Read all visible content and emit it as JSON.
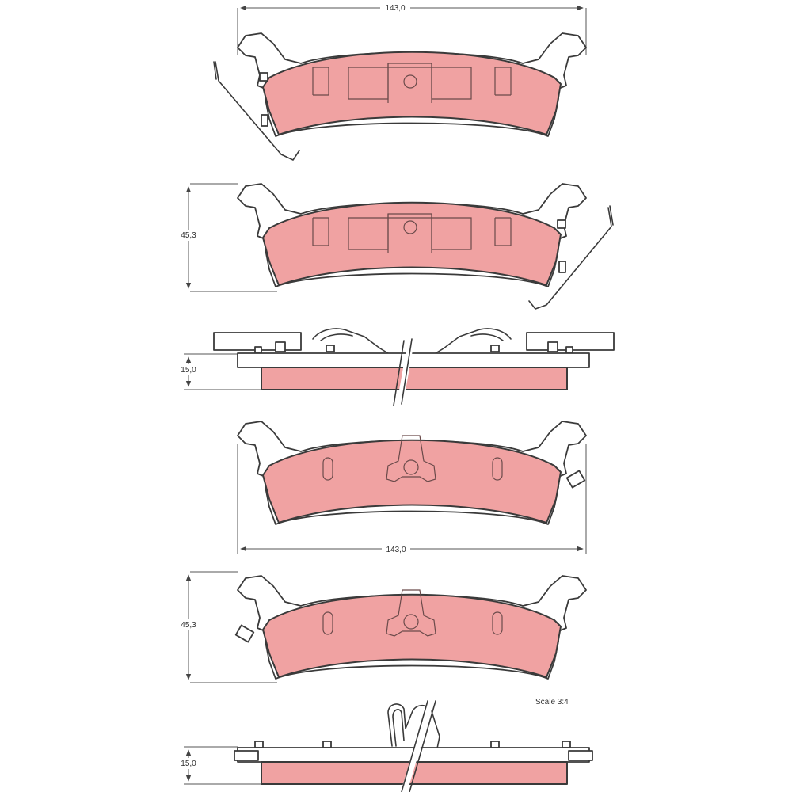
{
  "colors": {
    "friction_material": "#f0a2a2",
    "outline": "#3a3a3a",
    "background": "#ffffff"
  },
  "dimensions": {
    "width_top": "143,0",
    "height_view2": "45,3",
    "thickness_view3": "15,0",
    "width_view4": "143,0",
    "height_view5": "45,3",
    "thickness_view6": "15,0"
  },
  "scale_note": "Scale 3:4"
}
